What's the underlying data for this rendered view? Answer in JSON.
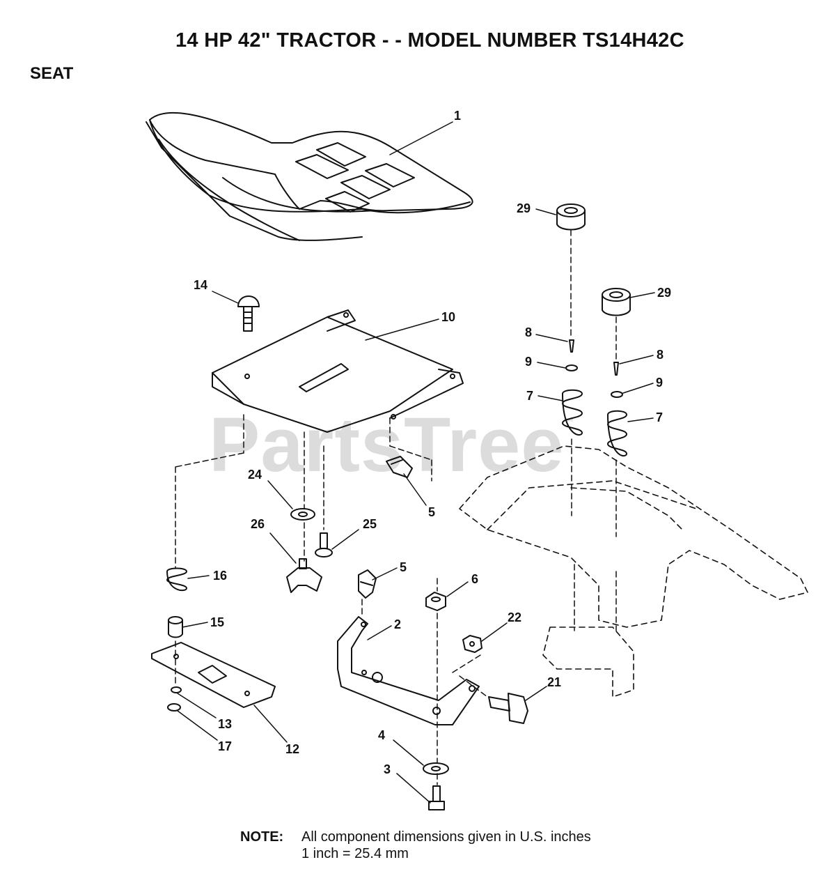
{
  "header": {
    "title": "14 HP 42\" TRACTOR - - MODEL NUMBER TS14H42C",
    "section": "SEAT"
  },
  "watermark": {
    "text": "PartsTree",
    "mark": "™"
  },
  "callouts": {
    "c1": "1",
    "c29a": "29",
    "c29b": "29",
    "c14": "14",
    "c10": "10",
    "c8a": "8",
    "c8b": "8",
    "c9a": "9",
    "c9b": "9",
    "c7a": "7",
    "c7b": "7",
    "c24": "24",
    "c5a": "5",
    "c26": "26",
    "c25": "25",
    "c16": "16",
    "c5b": "5",
    "c6": "6",
    "c15": "15",
    "c2": "2",
    "c22": "22",
    "c21": "21",
    "c13": "13",
    "c12": "12",
    "c17": "17",
    "c4": "4",
    "c3": "3"
  },
  "note": {
    "label": "NOTE:",
    "line1": "All component dimensions given in U.S. inches",
    "line2": "1 inch = 25.4 mm"
  },
  "colors": {
    "ink": "#111111",
    "watermark": "#dcdcdc",
    "background": "#ffffff"
  }
}
